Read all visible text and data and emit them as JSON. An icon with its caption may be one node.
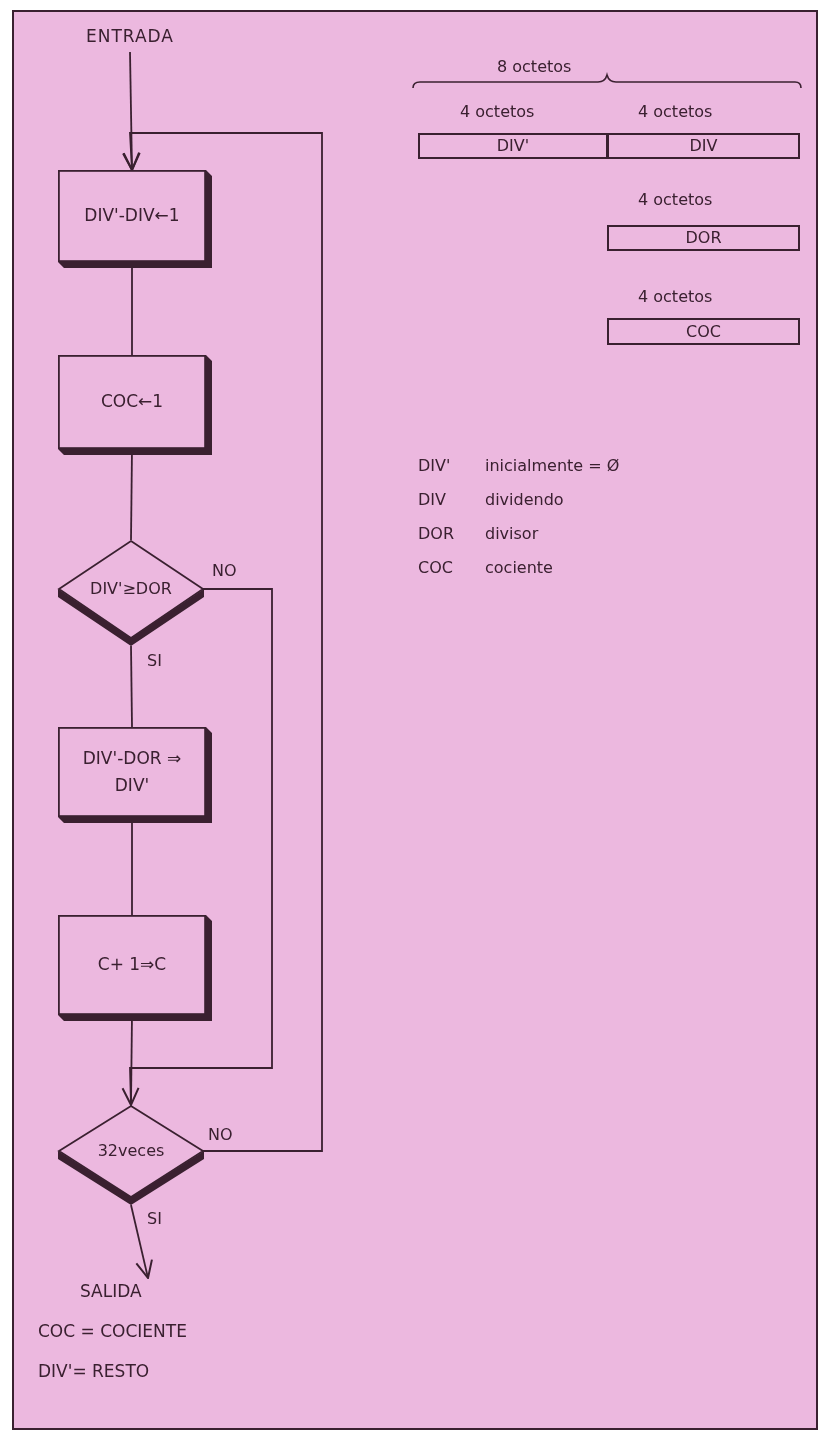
{
  "diagram": {
    "nodes": [
      {
        "text": [
          "ENTRADA"
        ]
      },
      {
        "text": [
          "DIV'-DIV←1"
        ]
      },
      {
        "text": [
          "COC←1"
        ]
      },
      {
        "text": [
          "DIV'≥DOR"
        ]
      },
      {
        "text": [
          "DIV'-DOR ⇒ DIV'"
        ]
      },
      {
        "text": [
          "C+ 1⇒C"
        ]
      },
      {
        "text": [
          "32veces"
        ]
      },
      {
        "text": [
          "SALIDA",
          "COC = COCIENTE",
          "DIV'= RESTO"
        ]
      },
      {
        "text": [
          "DIV'"
        ]
      },
      {
        "text": [
          "DIV"
        ]
      },
      {
        "text": [
          "DOR"
        ]
      },
      {
        "text": [
          "COC"
        ]
      }
    ],
    "edges": [
      {
        "from": 0,
        "to": 1,
        "arrow": "to"
      },
      {
        "from": 1,
        "to": 2,
        "arrow": "none"
      },
      {
        "from": 2,
        "to": 3,
        "arrow": "none"
      },
      {
        "from": 3,
        "to": 4,
        "arrow": "none",
        "label": "SI"
      },
      {
        "from": 3,
        "to": 6,
        "arrow": "to",
        "label": "NO"
      },
      {
        "from": 4,
        "to": 5,
        "arrow": "none"
      },
      {
        "from": 5,
        "to": 6,
        "arrow": "none"
      },
      {
        "from": 6,
        "to": 1,
        "arrow": "to",
        "label": "NO"
      },
      {
        "from": 6,
        "to": 7,
        "arrow": "to",
        "label": "SI"
      }
    ],
    "labels": [
      "8 octetos",
      "4 octetos",
      "4 octetos",
      "4 octetos",
      "4 octetos",
      "DIV'",
      "inicialmente = Ø",
      "DIV",
      "dividendo",
      "DOR",
      "divisor",
      "COC",
      "cociente"
    ]
  }
}
